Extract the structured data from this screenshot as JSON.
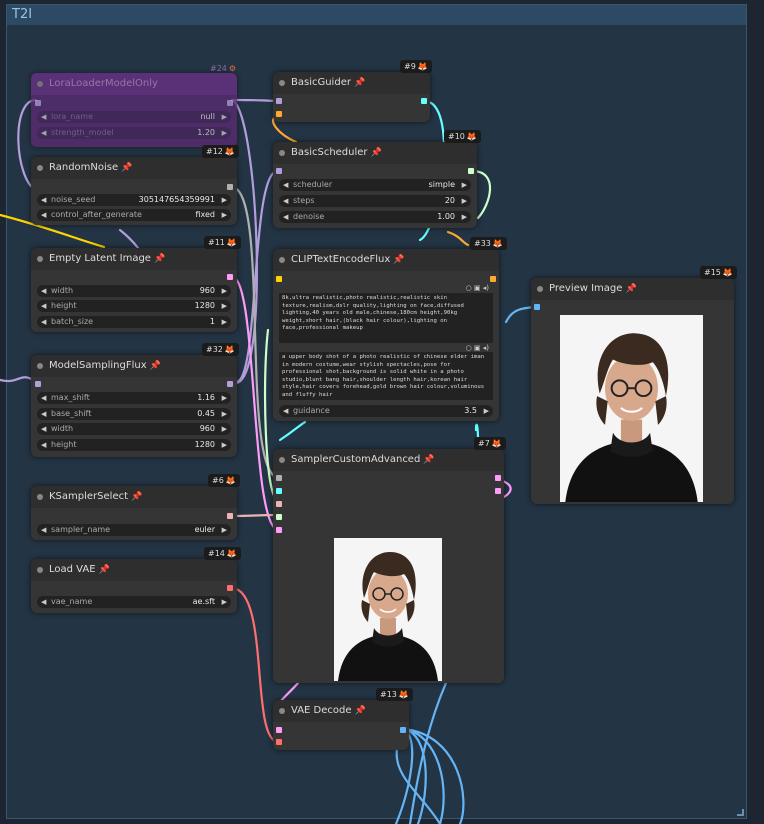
{
  "group": {
    "title": "T2I"
  },
  "nodes": {
    "lora": {
      "title": "LoraLoaderModelOnly",
      "badge": "#24",
      "widgets": [
        {
          "label": "lora_name",
          "value": "null"
        },
        {
          "label": "strength_model",
          "value": "1.20"
        }
      ]
    },
    "random_noise": {
      "title": "RandomNoise",
      "badge": "#12",
      "widgets": [
        {
          "label": "noise_seed",
          "value": "305147654359991"
        },
        {
          "label": "control_after_generate",
          "value": "fixed"
        }
      ]
    },
    "empty_latent": {
      "title": "Empty Latent Image",
      "badge": "#11",
      "widgets": [
        {
          "label": "width",
          "value": "960"
        },
        {
          "label": "height",
          "value": "1280"
        },
        {
          "label": "batch_size",
          "value": "1"
        }
      ]
    },
    "model_sampling": {
      "title": "ModelSamplingFlux",
      "badge": "#32",
      "widgets": [
        {
          "label": "max_shift",
          "value": "1.16"
        },
        {
          "label": "base_shift",
          "value": "0.45"
        },
        {
          "label": "width",
          "value": "960"
        },
        {
          "label": "height",
          "value": "1280"
        }
      ]
    },
    "ksampler_select": {
      "title": "KSamplerSelect",
      "badge": "#6",
      "widgets": [
        {
          "label": "sampler_name",
          "value": "euler"
        }
      ]
    },
    "load_vae": {
      "title": "Load VAE",
      "badge": "#14",
      "widgets": [
        {
          "label": "vae_name",
          "value": "ae.sft"
        }
      ]
    },
    "basic_guider": {
      "title": "BasicGuider",
      "badge": "#9"
    },
    "basic_scheduler": {
      "title": "BasicScheduler",
      "badge": "#10",
      "widgets": [
        {
          "label": "scheduler",
          "value": "simple"
        },
        {
          "label": "steps",
          "value": "20"
        },
        {
          "label": "denoise",
          "value": "1.00"
        }
      ]
    },
    "clip_text": {
      "title": "CLIPTextEncodeFlux",
      "badge": "#33",
      "clip_l": "8k,ultra realistic,photo realistic,realistic skin texture,realism,dslr quality,lighting on face,diffused lighting,40 years old male,chinese,180cm height,90kg weight,short hair,(black hair colour),lighting on face,professional makeup",
      "t5xxl": "a upper body shot of a photo realistic of chinese elder iman in modern costume,wear stylish spectacles,pose for professional shot,background is solid white in a photo studio,blunt bang hair,shoulder length hair,korean hair style,hair covers forehead,gold brown hair colour,voluminous and fluffy hair",
      "widgets": [
        {
          "label": "guidance",
          "value": "3.5"
        }
      ]
    },
    "sampler_custom": {
      "title": "SamplerCustomAdvanced",
      "badge": "#7"
    },
    "vae_decode": {
      "title": "VAE Decode",
      "badge": "#13"
    },
    "preview": {
      "title": "Preview Image",
      "badge": "#15"
    }
  },
  "colors": {
    "group_bg": "#233444",
    "node_bg": "#353535",
    "bypassed": "#6d3188",
    "pin": "#e84b4b"
  }
}
